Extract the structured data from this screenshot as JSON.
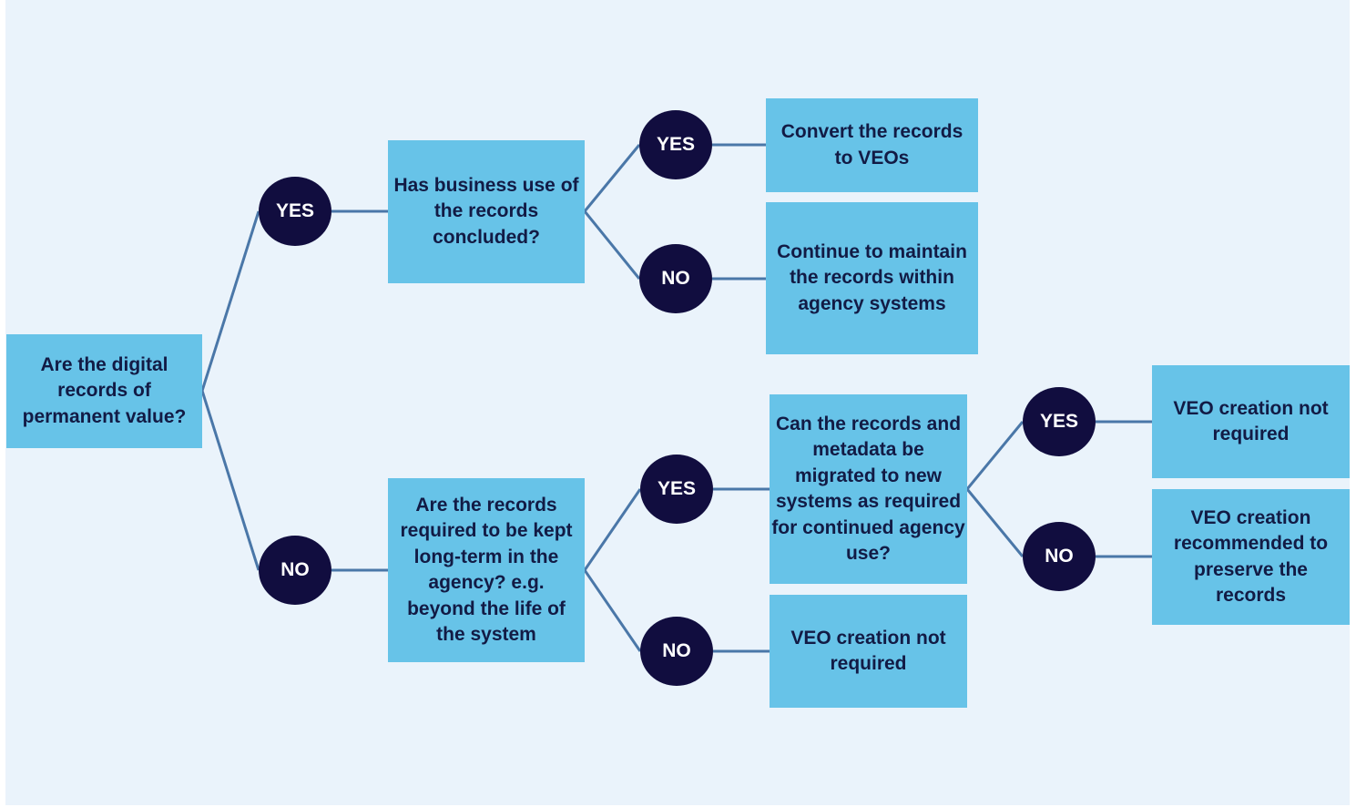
{
  "colors": {
    "background": "#eaf3fb",
    "box_fill": "#67c3e8",
    "box_text": "#121b45",
    "circle_fill": "#110d3f",
    "circle_text": "#ffffff",
    "connector": "#4a77a8"
  },
  "nodes": {
    "q_permanent": {
      "text": "Are the digital records of permanent value?"
    },
    "q_business_use": {
      "text": "Has business use of the records concluded?"
    },
    "a_convert": {
      "text": "Convert the records to VEOs"
    },
    "a_maintain": {
      "text": "Continue to maintain the records within agency systems"
    },
    "q_long_term": {
      "text": "Are the records required to be kept long-term in the agency? e.g. beyond the life of the system"
    },
    "q_migrate": {
      "text": "Can the records and metadata be migrated to new systems as required for continued agency use?"
    },
    "a_not_required_1": {
      "text": "VEO creation not required"
    },
    "a_not_required_2": {
      "text": "VEO creation not required"
    },
    "a_recommended": {
      "text": "VEO creation recommended to preserve the records"
    }
  },
  "answers": {
    "yes": "YES",
    "no": "NO"
  }
}
